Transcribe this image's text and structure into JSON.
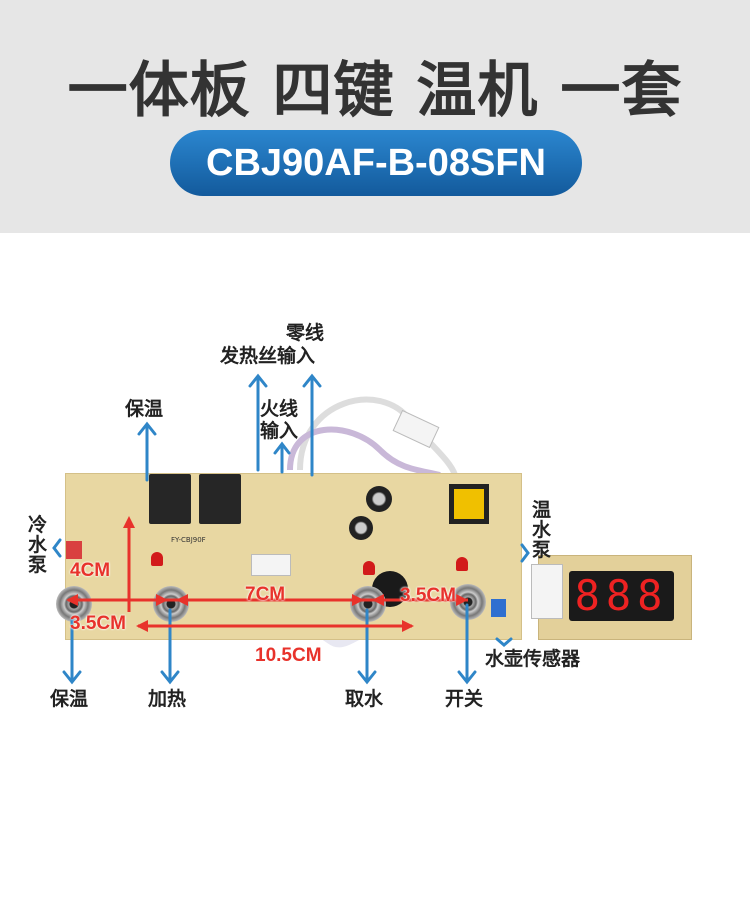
{
  "header": {
    "title": "一体板 四键 温机 一套",
    "model": "CBJ90AF-B-08SFN"
  },
  "board": {
    "model_print": "FY-CBJ90F",
    "display_digits": "888"
  },
  "labels": {
    "neutral_line": "零线",
    "heater_input": "发热丝输入",
    "keep_warm_top": "保温",
    "live_line": "火线输入",
    "cold_pump": "冷水泵",
    "warm_pump": "温水泵",
    "kettle_sensor": "水壶传感器",
    "btn_keep_warm": "保温",
    "btn_heat": "加热",
    "btn_water": "取水",
    "btn_switch": "开关"
  },
  "dimensions": {
    "vertical": "4CM",
    "middle": "7CM",
    "right": "3.5CM",
    "left": "3.5CM",
    "total": "10.5CM"
  },
  "colors": {
    "arrow": "#2f86c8",
    "measure": "#e8322b",
    "pill": "#1d6fb8"
  }
}
